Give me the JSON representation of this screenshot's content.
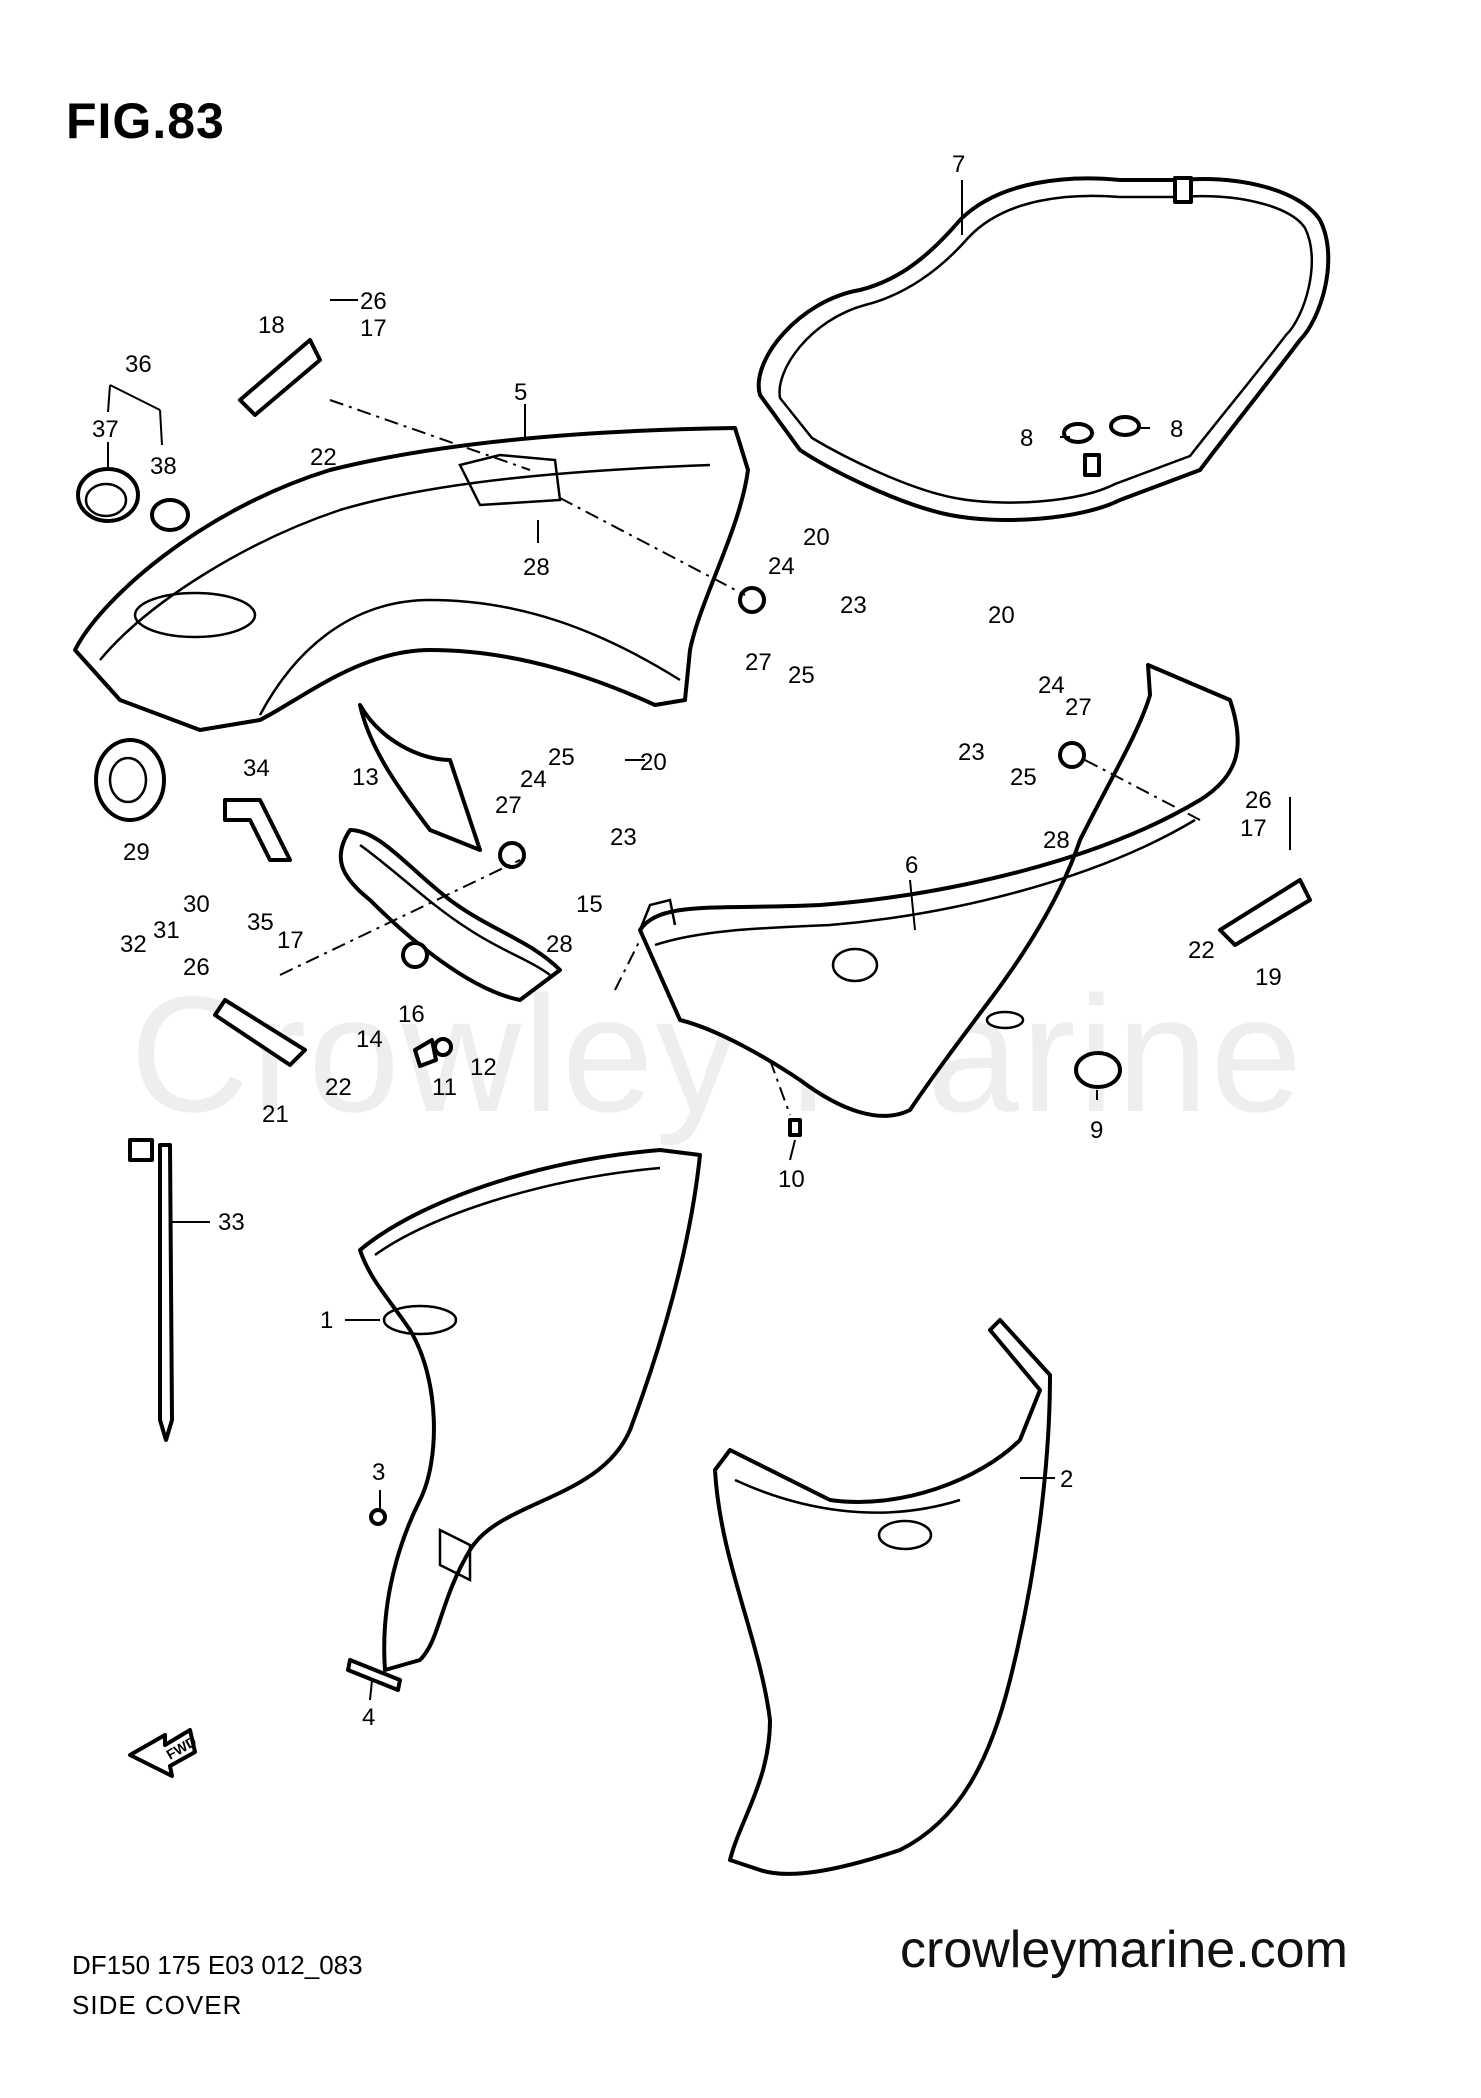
{
  "figure": {
    "title": "FIG.83"
  },
  "caption": {
    "model_code": "DF150 175 E03 012_083",
    "title": "SIDE COVER"
  },
  "site": {
    "url": "crowleymarine.com",
    "watermark": "Crowley Marine"
  },
  "callouts": {
    "c1": "1",
    "c2": "2",
    "c3": "3",
    "c4": "4",
    "c5": "5",
    "c6": "6",
    "c7": "7",
    "c8a": "8",
    "c8b": "8",
    "c9": "9",
    "c10": "10",
    "c11": "11",
    "c12": "12",
    "c13": "13",
    "c14": "14",
    "c15": "15",
    "c16": "16",
    "c17a": "17",
    "c17b": "17",
    "c17c": "17",
    "c18": "18",
    "c19": "19",
    "c20a": "20",
    "c20b": "20",
    "c20c": "20",
    "c21": "21",
    "c22a": "22",
    "c22b": "22",
    "c22c": "22",
    "c23a": "23",
    "c23b": "23",
    "c23c": "23",
    "c24a": "24",
    "c24b": "24",
    "c24c": "24",
    "c25a": "25",
    "c25b": "25",
    "c25c": "25",
    "c26a": "26",
    "c26b": "26",
    "c26c": "26",
    "c27a": "27",
    "c27b": "27",
    "c27c": "27",
    "c28a": "28",
    "c28b": "28",
    "c28c": "28",
    "c29": "29",
    "c30": "30",
    "c31": "31",
    "c32": "32",
    "c33": "33",
    "c34": "34",
    "c35": "35",
    "c36": "36",
    "c37": "37",
    "c38": "38"
  },
  "fwd_arrow": {
    "label": "FWD",
    "icon": "forward-arrow-icon"
  }
}
